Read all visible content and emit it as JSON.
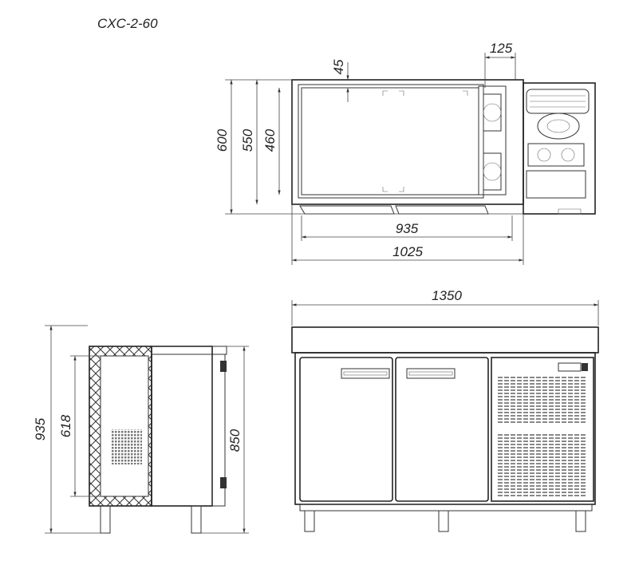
{
  "drawing": {
    "model": "CXC-2-60"
  },
  "plan_view": {
    "dims": {
      "d45": "45",
      "d125": "125",
      "d600": "600",
      "d550": "550",
      "d460": "460",
      "d935": "935",
      "d1025": "1025"
    }
  },
  "front_view": {
    "dims": {
      "d1350": "1350"
    }
  },
  "side_view": {
    "dims": {
      "d935": "935",
      "d618": "618",
      "d850": "850"
    }
  }
}
